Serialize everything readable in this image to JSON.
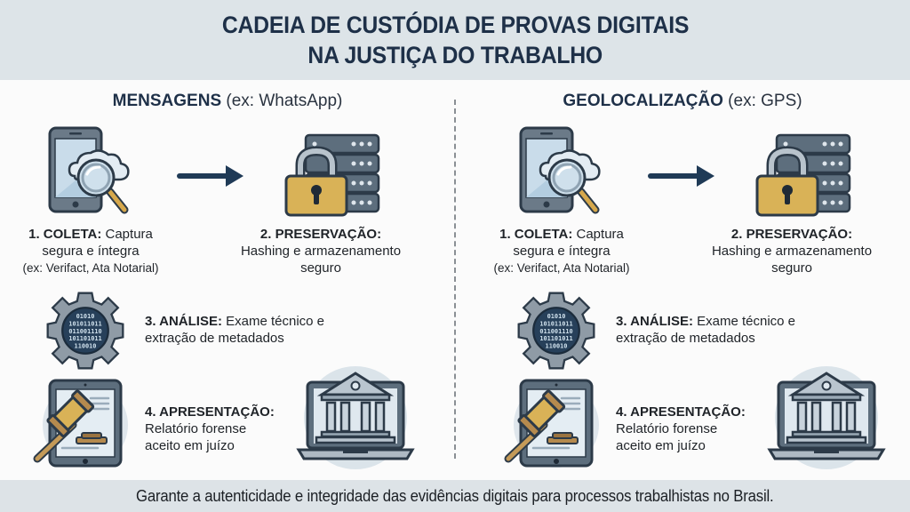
{
  "header": {
    "title_line1": "CADEIA DE CUSTÓDIA DE PROVAS DIGITAIS",
    "title_line2": "NA JUSTIÇA DO TRABALHO"
  },
  "columns": [
    {
      "title_bold": "MENSAGENS",
      "title_rest": " (ex: WhatsApp)",
      "steps": [
        {
          "label": "1. COLETA:",
          "line1_rest": " Captura",
          "line2": "segura e íntegra",
          "line3": "(ex: Verifact, Ata Notarial)",
          "icon": "phone-cloud-magnifier-icon"
        },
        {
          "label": "2. PRESERVAÇÃO:",
          "line2": "Hashing e armazenamento",
          "line3": "seguro",
          "icon": "server-padlock-icon"
        },
        {
          "label": "3. ANÁLISE:",
          "line1_rest": " Exame técnico e",
          "line2": "extração de metadados",
          "icon": "gear-binary-icon"
        },
        {
          "label": "4. APRESENTAÇÃO:",
          "line2": "Relatório forense",
          "line3": "aceito em juízo",
          "icon": "tablet-gavel-icon",
          "icon2": "laptop-courthouse-icon"
        }
      ]
    },
    {
      "title_bold": "GEOLOCALIZAÇÃO",
      "title_rest": " (ex: GPS)",
      "steps": [
        {
          "label": "1. COLETA:",
          "line1_rest": " Captura",
          "line2": "segura e íntegra",
          "line3": "(ex: Verifact, Ata Notarial)",
          "icon": "phone-cloud-magnifier-icon"
        },
        {
          "label": "2. PRESERVAÇÃO:",
          "line2": "Hashing e armazenamento",
          "line3": "seguro",
          "icon": "server-padlock-icon"
        },
        {
          "label": "3. ANÁLISE:",
          "line1_rest": " Exame técnico e",
          "line2": "extração de metadados",
          "icon": "gear-binary-icon"
        },
        {
          "label": "4. APRESENTAÇÃO:",
          "line2": "Relatório forense",
          "line3": "aceito em juízo",
          "icon": "tablet-gavel-icon",
          "icon2": "laptop-courthouse-icon"
        }
      ]
    }
  ],
  "binary_lines": [
    "01010",
    "101011011",
    "011001110",
    "101101011",
    "110010"
  ],
  "footer": {
    "text": "Garante a autenticidade e integridade das evidências digitais para processos trabalhistas no Brasil."
  },
  "colors": {
    "header_bg": "#dde4e8",
    "title_navy": "#1e3048",
    "arrow": "#1f3a56",
    "device_gray": "#5f6f7e",
    "padlock_gold": "#d9b257",
    "gavel_wood": "#b58a4e",
    "footer_bg": "#dde3e7"
  }
}
